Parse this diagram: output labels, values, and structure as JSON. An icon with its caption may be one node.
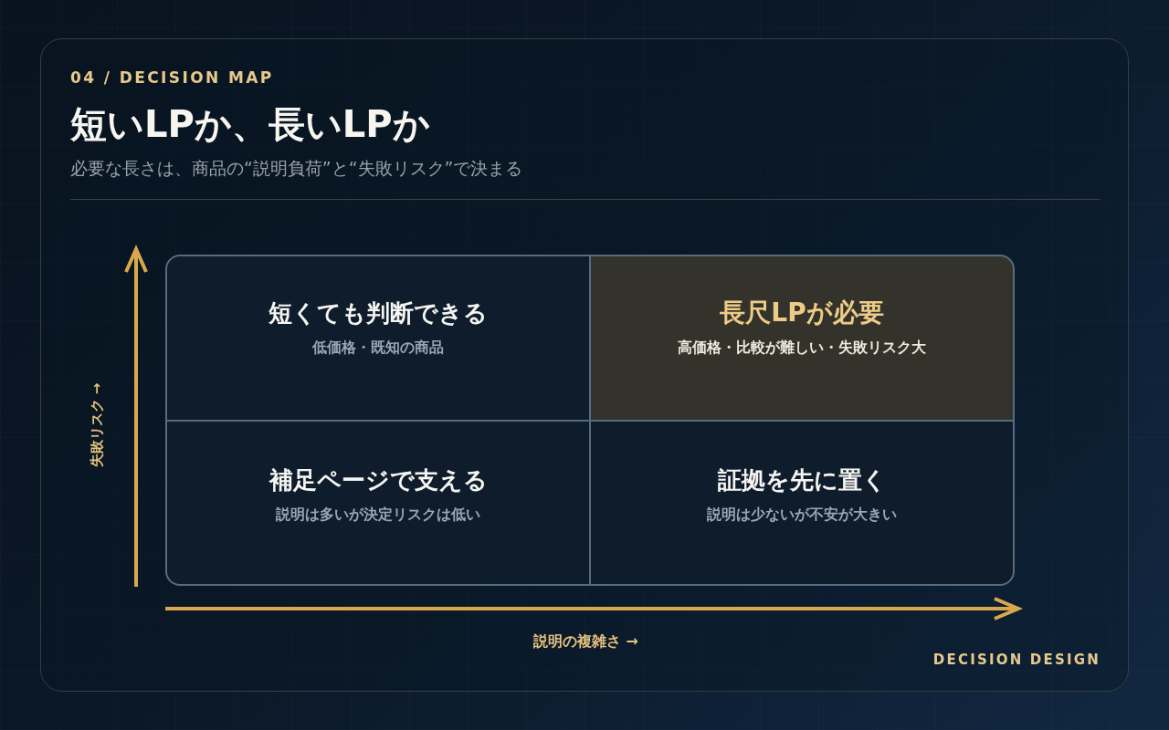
{
  "diagram": {
    "title": "短いLPか、長いLPか",
    "nodes": [
      {
        "text": [
          "短くても判断できる",
          "低価格・既知の商品"
        ]
      },
      {
        "text": [
          "長尺LPが必要",
          "高価格・比較が難しい・失敗リスク大"
        ]
      },
      {
        "text": [
          "補足ページで支える",
          "説明は多いが決定リスクは低い"
        ]
      },
      {
        "text": [
          "証拠を先に置く",
          "説明は少ないが不安が大きい"
        ]
      }
    ],
    "labels": [
      "04 / DECISION MAP",
      "必要な長さは、商品の“説明負荷”と“失敗リスク”で決まる",
      "失敗リスク →",
      "説明の複雑さ →",
      "DECISION DESIGN"
    ]
  }
}
